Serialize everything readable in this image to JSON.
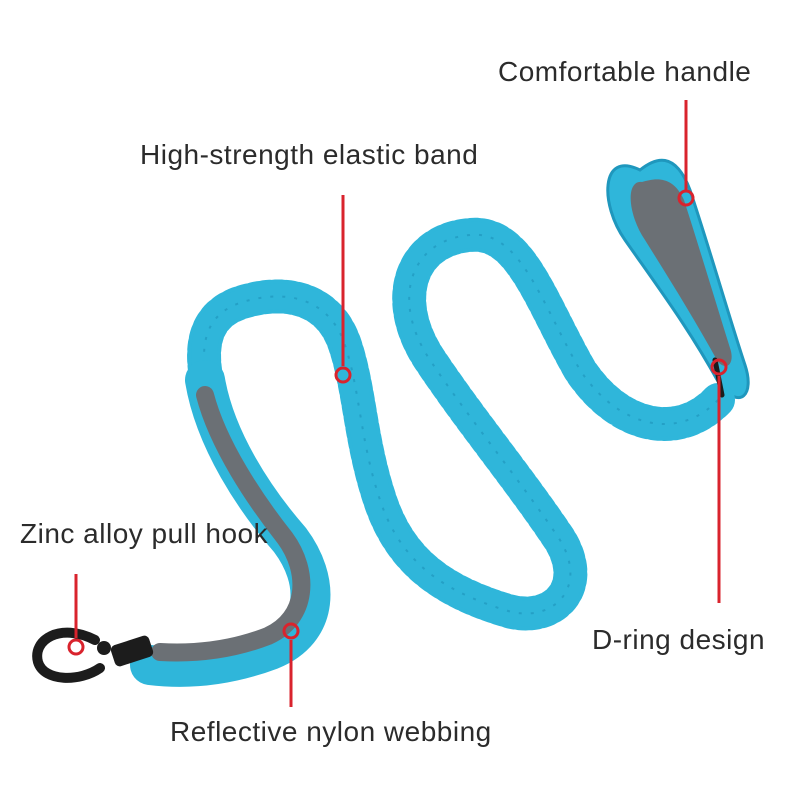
{
  "callouts": {
    "comfortable_handle": "Comfortable handle",
    "elastic_band": "High-strength elastic band",
    "pull_hook": "Zinc alloy pull hook",
    "d_ring": "D-ring design",
    "webbing": "Reflective nylon webbing"
  },
  "colors": {
    "leash_blue": "#2fb6da",
    "leash_blue_dark": "#1f97bd",
    "padding_gray": "#6b7075",
    "hardware_black": "#1c1c1c",
    "callout_red": "#d9232d",
    "label_text": "#2b2b2b"
  }
}
